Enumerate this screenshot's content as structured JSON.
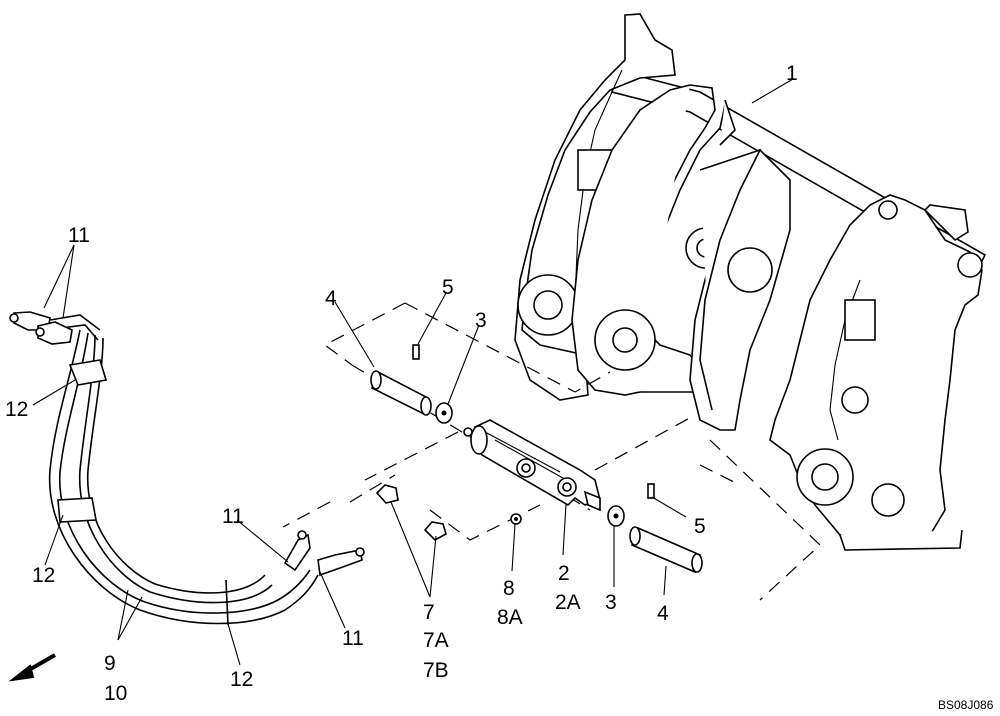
{
  "labels": {
    "l1": "1",
    "l2": "2",
    "l2a": "2A",
    "l3a": "3",
    "l3b": "3",
    "l4a": "4",
    "l4b": "4",
    "l5a": "5",
    "l5b": "5",
    "l7": "7",
    "l7a": "7A",
    "l7b": "7B",
    "l8": "8",
    "l8a": "8A",
    "l9": "9",
    "l10": "10",
    "l11a": "11",
    "l11b": "11",
    "l11c": "11",
    "l12a": "12",
    "l12b": "12",
    "l12c": "12"
  },
  "drawing_code": "BS08J086",
  "icons": {
    "direction_arrow": "arrow-down-left-icon"
  }
}
